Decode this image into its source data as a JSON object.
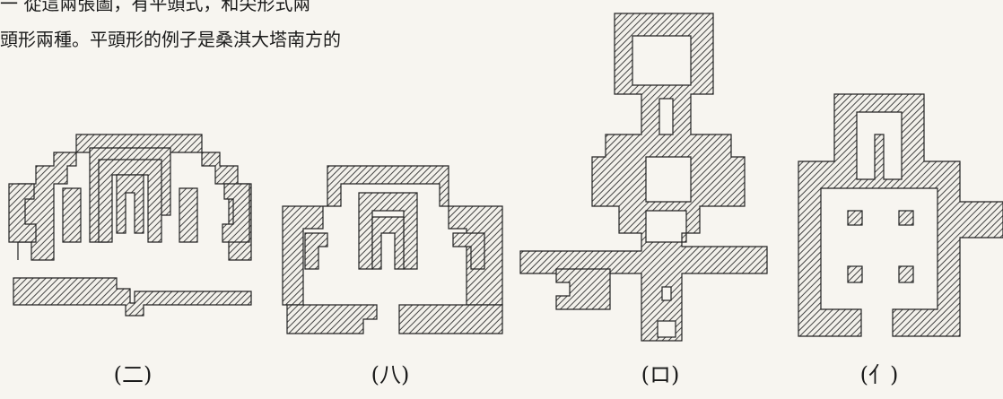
{
  "text": {
    "lines": [
      "一 從這兩張圖，有平頭式，和尖形式兩",
      "頭形兩種。平頭形的例子是桑淇大塔南方的"
    ]
  },
  "figures": [
    {
      "caption": "(二)",
      "icon": "floor-plan-stepped"
    },
    {
      "caption": "(八)",
      "icon": "floor-plan-flat-head"
    },
    {
      "caption": "(ロ)",
      "icon": "floor-plan-cross-corridor"
    },
    {
      "caption": "(亻)",
      "icon": "floor-plan-pillared-hall"
    }
  ],
  "colors": {
    "paper": "#f7f5f0",
    "ink": "#1a1a1a",
    "hatch": "#444444"
  }
}
